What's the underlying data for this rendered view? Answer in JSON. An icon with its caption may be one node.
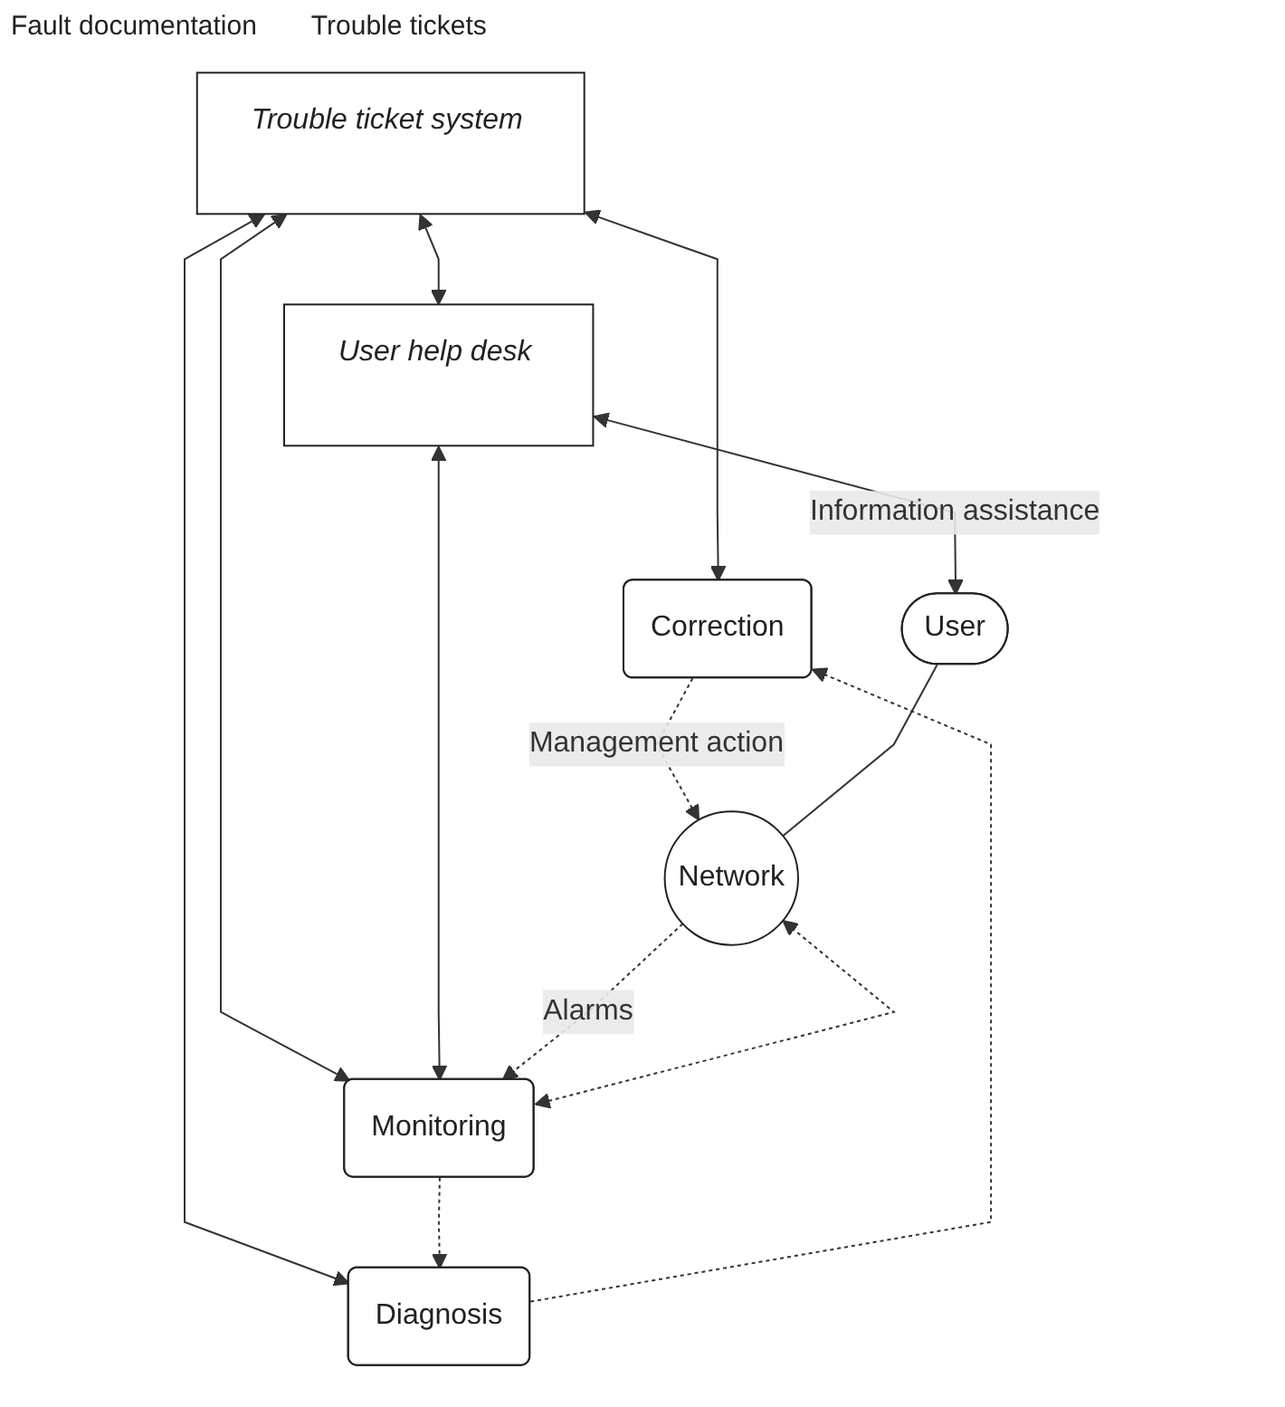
{
  "diagram": {
    "nodes": [
      {
        "text": [
          "Trouble ticket system"
        ]
      },
      {
        "text": [
          "Correction"
        ]
      },
      {
        "text": [
          "Diagnosis"
        ]
      },
      {
        "text": [
          "User help desk"
        ]
      },
      {
        "text": [
          "Monitoring"
        ]
      },
      {
        "text": [
          "User"
        ]
      },
      {
        "text": [
          "Network"
        ]
      }
    ],
    "edges": [
      {
        "from": 0,
        "to": 1,
        "arrow": "both"
      },
      {
        "from": 0,
        "to": 2,
        "arrow": "both"
      },
      {
        "from": 0,
        "to": 4,
        "arrow": "both"
      },
      {
        "from": 0,
        "to": 3,
        "arrow": "both"
      },
      {
        "from": 3,
        "to": 4,
        "arrow": "both"
      },
      {
        "from": 4,
        "to": 2,
        "arrow": "to",
        "style": "dashed"
      },
      {
        "from": 2,
        "to": 1,
        "arrow": "to",
        "style": "dashed"
      },
      {
        "from": 4,
        "to": 6,
        "arrow": "both",
        "style": "dashed"
      },
      {
        "from": 6,
        "to": 4,
        "arrow": "to",
        "style": "dashed",
        "label": "Alarms"
      },
      {
        "from": 1,
        "to": 6,
        "arrow": "to",
        "style": "dashed",
        "label": "Management action"
      },
      {
        "from": 3,
        "to": 5,
        "arrow": "both",
        "label": "Information assistance"
      },
      {
        "from": 5,
        "to": 6,
        "arrow": "none"
      }
    ],
    "labels": [
      "Fault documentation",
      "Trouble tickets"
    ]
  }
}
